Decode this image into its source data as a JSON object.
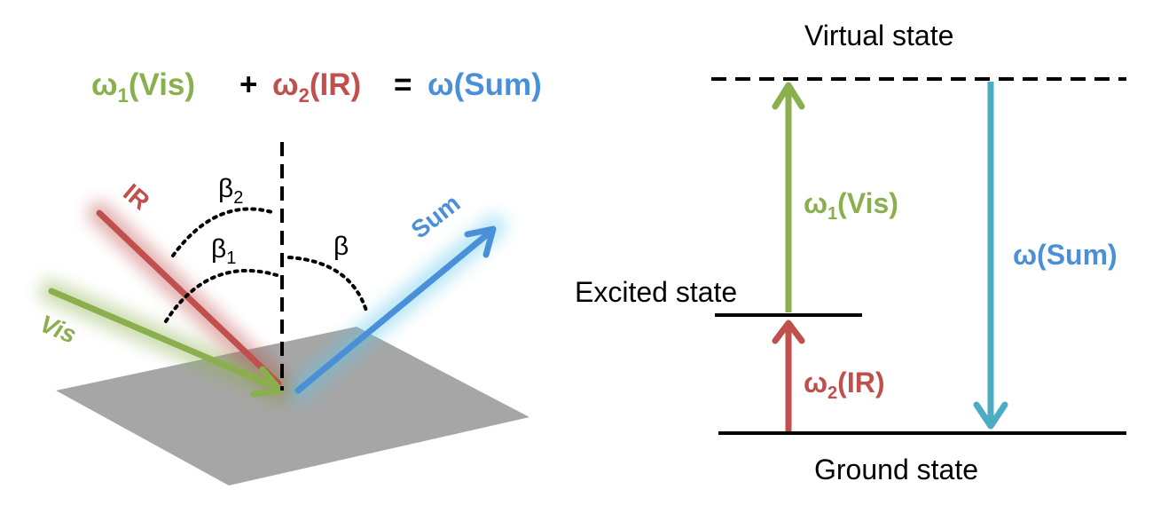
{
  "equation": {
    "term1_omega": "ω",
    "term1_sub": "1",
    "term1_paren": "(Vis)",
    "plus": "+",
    "term2_omega": "ω",
    "term2_sub": "2",
    "term2_paren": "(IR)",
    "equals": "=",
    "term3": "ω(Sum)"
  },
  "geometry_panel": {
    "beam_ir_label": "IR",
    "beam_vis_label": "Vis",
    "beam_sum_label": "Sum",
    "angle_beta2_symbol": "β",
    "angle_beta2_sub": "2",
    "angle_beta1_symbol": "β",
    "angle_beta1_sub": "1",
    "angle_beta_label": "β"
  },
  "energy_panel": {
    "virtual_state_label": "Virtual state",
    "excited_state_label": "Excited state",
    "ground_state_label": "Ground state",
    "vis_omega": "ω",
    "vis_sub": "1",
    "vis_paren": "(Vis)",
    "ir_omega": "ω",
    "ir_sub": "2",
    "ir_paren": "(IR)",
    "sum_label": "ω(Sum)"
  },
  "colors": {
    "vis": "#8ab04e",
    "ir": "#c0504d",
    "sum": "#4a90d9",
    "sum_transition": "#4bacc6",
    "surface": "#a6a6a6",
    "line": "#000000"
  }
}
